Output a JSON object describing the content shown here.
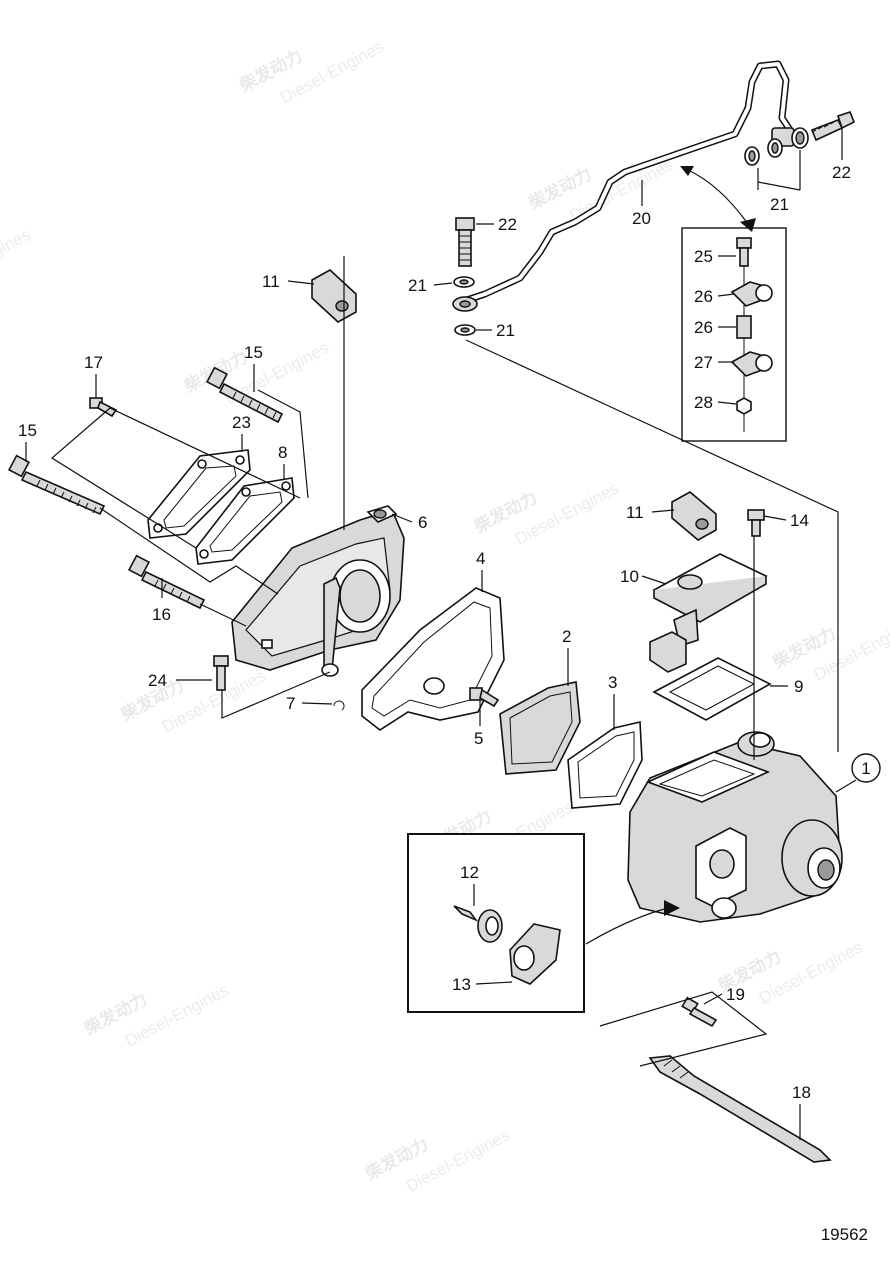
{
  "diagram": {
    "watermark": {
      "brand_cn": "柴发动力",
      "brand_en": "Diesel-Engines"
    },
    "figure_id": "19562",
    "callouts": [
      {
        "id": "c1",
        "label": "1"
      },
      {
        "id": "c2",
        "label": "2"
      },
      {
        "id": "c3",
        "label": "3"
      },
      {
        "id": "c4",
        "label": "4"
      },
      {
        "id": "c5",
        "label": "5"
      },
      {
        "id": "c6",
        "label": "6"
      },
      {
        "id": "c7",
        "label": "7"
      },
      {
        "id": "c8",
        "label": "8"
      },
      {
        "id": "c9",
        "label": "9"
      },
      {
        "id": "c10",
        "label": "10"
      },
      {
        "id": "c11a",
        "label": "11"
      },
      {
        "id": "c11b",
        "label": "11"
      },
      {
        "id": "c12",
        "label": "12"
      },
      {
        "id": "c13",
        "label": "13"
      },
      {
        "id": "c14",
        "label": "14"
      },
      {
        "id": "c15a",
        "label": "15"
      },
      {
        "id": "c15b",
        "label": "15"
      },
      {
        "id": "c16",
        "label": "16"
      },
      {
        "id": "c17",
        "label": "17"
      },
      {
        "id": "c18",
        "label": "18"
      },
      {
        "id": "c19",
        "label": "19"
      },
      {
        "id": "c20",
        "label": "20"
      },
      {
        "id": "c21a",
        "label": "21"
      },
      {
        "id": "c21b",
        "label": "21"
      },
      {
        "id": "c21c",
        "label": "21"
      },
      {
        "id": "c22a",
        "label": "22"
      },
      {
        "id": "c22b",
        "label": "22"
      },
      {
        "id": "c23",
        "label": "23"
      },
      {
        "id": "c24",
        "label": "24"
      },
      {
        "id": "c25",
        "label": "25"
      },
      {
        "id": "c26a",
        "label": "26"
      },
      {
        "id": "c26b",
        "label": "26"
      },
      {
        "id": "c27",
        "label": "27"
      },
      {
        "id": "c28",
        "label": "28"
      }
    ]
  }
}
